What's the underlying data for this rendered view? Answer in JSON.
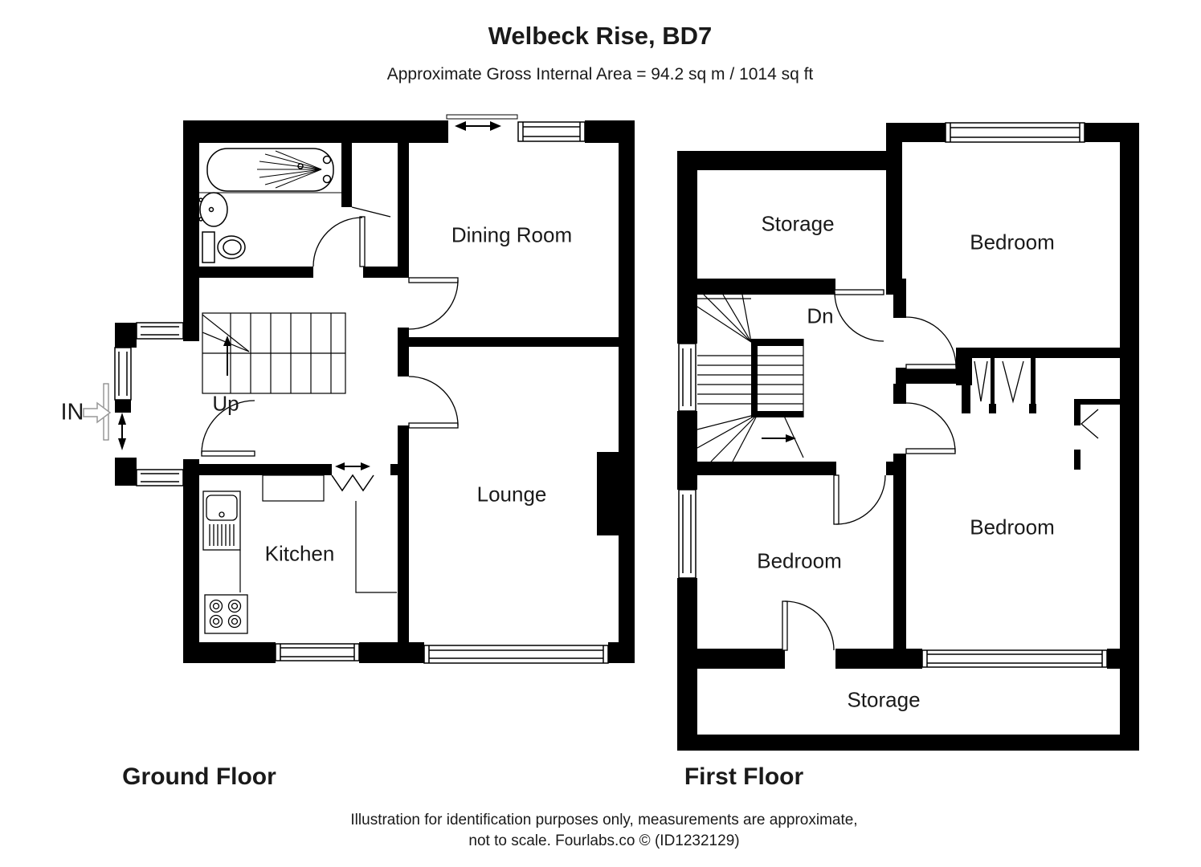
{
  "header": {
    "title": "Welbeck Rise, BD7",
    "subtitle": "Approximate Gross Internal Area = 94.2 sq m / 1014 sq ft"
  },
  "ground_floor": {
    "label": "Ground Floor",
    "rooms": {
      "dining": "Dining Room",
      "lounge": "Lounge",
      "kitchen": "Kitchen"
    },
    "stairs": "Up",
    "entrance": "IN"
  },
  "first_floor": {
    "label": "First Floor",
    "rooms": {
      "storage_top": "Storage",
      "bedroom_top": "Bedroom",
      "bedroom_left": "Bedroom",
      "bedroom_right": "Bedroom",
      "storage_bottom": "Storage"
    },
    "stairs": "Dn"
  },
  "footer": {
    "line1": "Illustration for identification purposes only, measurements are approximate,",
    "line2": "not to scale. Fourlabs.co © (ID1232129)"
  }
}
